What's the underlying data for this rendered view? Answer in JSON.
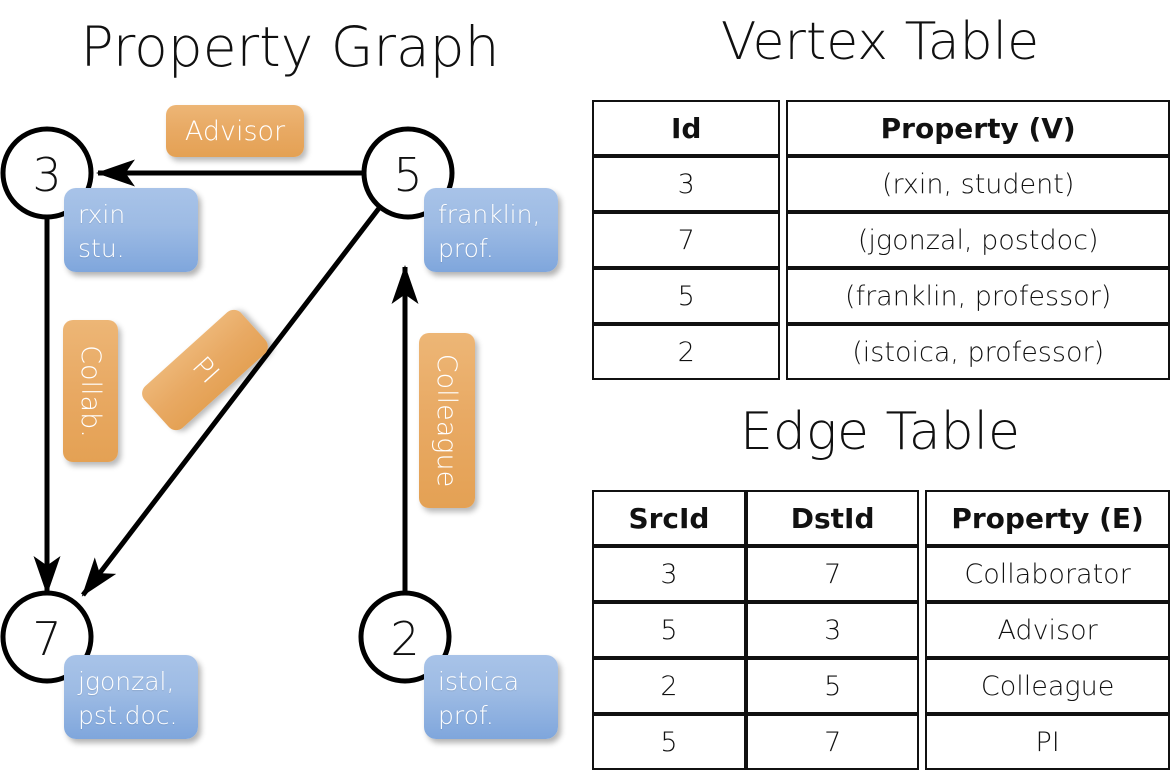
{
  "titles": {
    "property_graph": "Property Graph",
    "vertex_table": "Vertex Table",
    "edge_table": "Edge Table"
  },
  "graph": {
    "nodes": [
      {
        "id": "3",
        "label": "3",
        "prop_line1": "rxin",
        "prop_line2": "stu."
      },
      {
        "id": "5",
        "label": "5",
        "prop_line1": "franklin,",
        "prop_line2": "prof."
      },
      {
        "id": "7",
        "label": "7",
        "prop_line1": "jgonzal,",
        "prop_line2": "pst.doc."
      },
      {
        "id": "2",
        "label": "2",
        "prop_line1": "istoica",
        "prop_line2": "prof."
      }
    ],
    "edge_labels": [
      {
        "name": "advisor",
        "text": "Advisor"
      },
      {
        "name": "collab",
        "text": "Collab."
      },
      {
        "name": "pi",
        "text": "PI"
      },
      {
        "name": "colleague",
        "text": "Colleague"
      }
    ],
    "colors": {
      "node_fill": "#ffffff",
      "node_stroke": "#000000",
      "vertex_box": "#9dbbe4",
      "edge_box": "#e8a963",
      "arrow": "#000000"
    }
  },
  "vertex_table": {
    "headers": [
      "Id",
      "Property (V)"
    ],
    "rows": [
      {
        "id": "3",
        "property": "(rxin, student)"
      },
      {
        "id": "7",
        "property": "(jgonzal, postdoc)"
      },
      {
        "id": "5",
        "property": "(franklin, professor)"
      },
      {
        "id": "2",
        "property": "(istoica, professor)"
      }
    ],
    "highlight_color": "#ccd9ef"
  },
  "edge_table": {
    "headers": [
      "SrcId",
      "DstId",
      "Property (E)"
    ],
    "rows": [
      {
        "src": "3",
        "dst": "7",
        "property": "Collaborator"
      },
      {
        "src": "5",
        "dst": "3",
        "property": "Advisor"
      },
      {
        "src": "2",
        "dst": "5",
        "property": "Colleague"
      },
      {
        "src": "5",
        "dst": "7",
        "property": "PI"
      }
    ],
    "highlight_color": "#f6ddc2"
  }
}
